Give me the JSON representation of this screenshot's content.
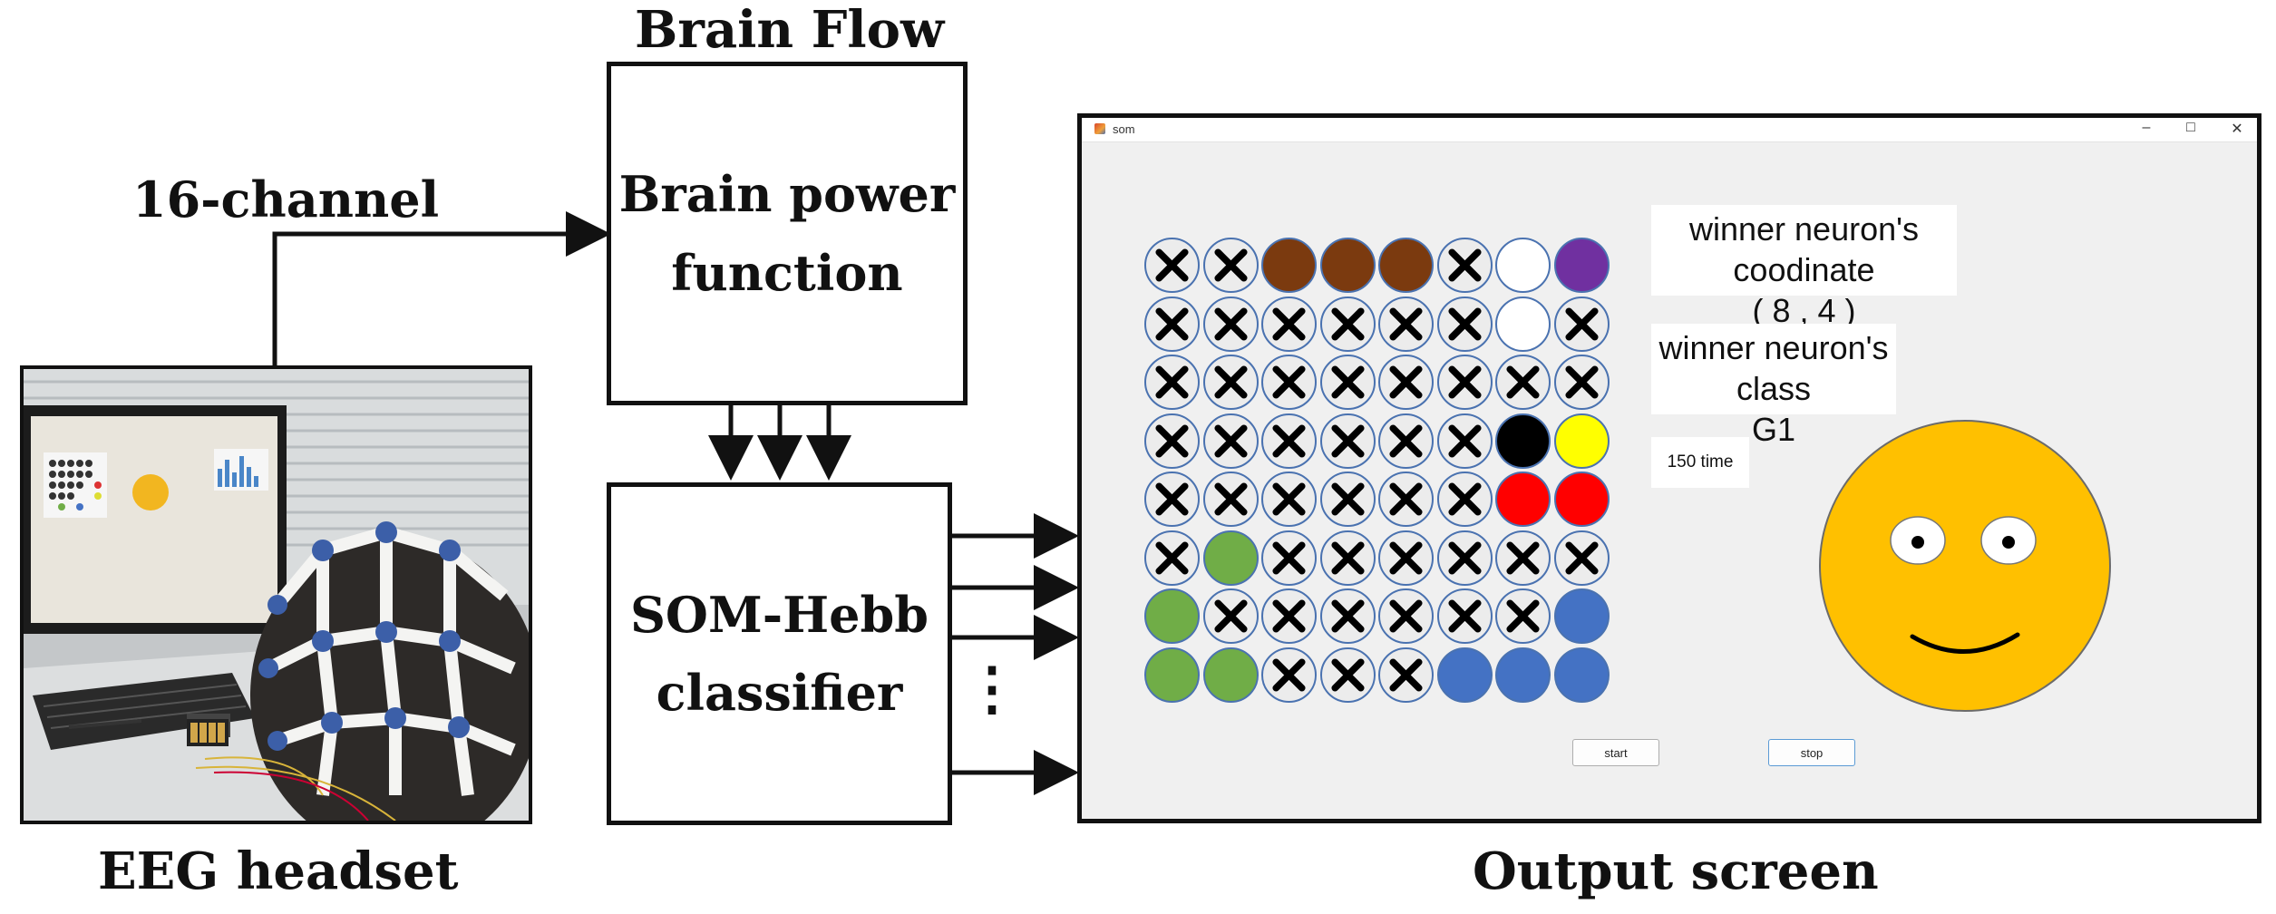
{
  "diagram": {
    "blocks": {
      "brain_flow_heading": "Brain Flow",
      "brain_power": [
        "Brain power",
        "function"
      ],
      "som_hebb": [
        "SOM-Hebb",
        "classifier"
      ],
      "channel_label": "16-channel",
      "ellipsis": "⋮"
    },
    "captions": {
      "eeg": "EEG headset",
      "output": "Output screen"
    }
  },
  "window": {
    "title": "som",
    "controls": {
      "minimize": "–",
      "maximize": "□",
      "close": "✕"
    },
    "winner_coordinate": {
      "label": "winner neuron's coodinate",
      "value": "( 8 , 4 )"
    },
    "winner_class": {
      "label": "winner neuron's class",
      "value": "G1"
    },
    "time_readout": "150 time",
    "buttons": {
      "start": "start",
      "stop": "stop"
    },
    "grid": {
      "rows": 8,
      "cols": 8,
      "cells": [
        [
          "X",
          "X",
          "brown",
          "brown",
          "brown",
          "X",
          "white",
          "purple"
        ],
        [
          "X",
          "X",
          "X",
          "X",
          "X",
          "X",
          "white",
          "X"
        ],
        [
          "X",
          "X",
          "X",
          "X",
          "X",
          "X",
          "X",
          "X"
        ],
        [
          "X",
          "X",
          "X",
          "X",
          "X",
          "X",
          "black",
          "yellow"
        ],
        [
          "X",
          "X",
          "X",
          "X",
          "X",
          "X",
          "red",
          "red"
        ],
        [
          "X",
          "green",
          "X",
          "X",
          "X",
          "X",
          "X",
          "X"
        ],
        [
          "green",
          "X",
          "X",
          "X",
          "X",
          "X",
          "X",
          "blue"
        ],
        [
          "green",
          "green",
          "X",
          "X",
          "X",
          "blue",
          "blue",
          "blue"
        ]
      ]
    },
    "colors": {
      "brown": "#7b3a0f",
      "white": "#ffffff",
      "purple": "#7030a0",
      "black": "#000000",
      "yellow": "#ffff00",
      "red": "#ff0000",
      "green": "#70ad47",
      "blue": "#4472c4",
      "X": "#ececec",
      "face": "#ffc000"
    }
  }
}
